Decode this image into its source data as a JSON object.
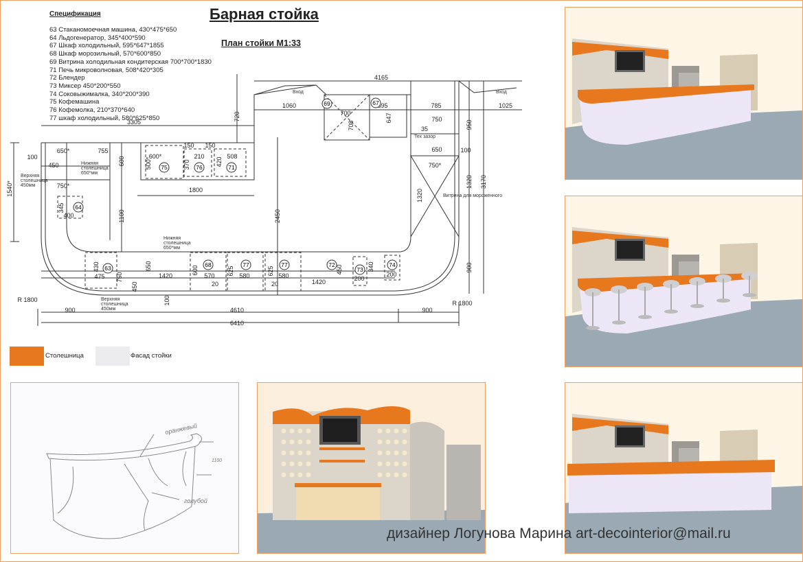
{
  "title": "Барная стойка",
  "subtitle": "План стойки М1:33",
  "specification": {
    "heading": "Спецификация",
    "items": [
      "63 Стаканомоечная машина, 430*475*650",
      "64 Льдогенератор, 345*400*590",
      "67 Шкаф холодильный, 595*647*1855",
      "68 Шкаф морозильный, 570*600*850",
      "69 Витрина холодильная кондитерская 700*700*1830",
      "71 Печь микроволновая, 508*420*305",
      "72 Блендер",
      "73 Миксер 450*200*550",
      "74 Соковыжималка, 340*200*390",
      "75 Кофемашина",
      "76 Кофемолка, 210*370*640",
      "77 шкаф холодильный, 580*625*850"
    ]
  },
  "plan": {
    "dims": [
      "3305",
      "720",
      "4165",
      "1060",
      "700",
      "708",
      "595",
      "647",
      "785",
      "750",
      "35",
      "1025",
      "950",
      "650*",
      "755",
      "100",
      "450",
      "750*",
      "600",
      "600*",
      "150",
      "150",
      "210",
      "508",
      "500*",
      "370",
      "420",
      "650",
      "100",
      "750*",
      "1320",
      "1320",
      "3170",
      "1800",
      "1540*",
      "1100",
      "2450",
      "345",
      "400",
      "430",
      "475",
      "750",
      "650",
      "1420",
      "600",
      "570",
      "625",
      "580",
      "625",
      "580",
      "20",
      "20",
      "1420",
      "450",
      "340",
      "200",
      "200",
      "450",
      "100",
      "900",
      "4610",
      "900",
      "6410",
      "900",
      "R 1800",
      "R 1800"
    ],
    "equipment_tags": [
      "69",
      "67",
      "75",
      "76",
      "71",
      "64",
      "63",
      "68",
      "77",
      "77",
      "72",
      "73",
      "74"
    ],
    "notes": [
      "Вход",
      "Вход",
      "Тех зазор",
      "Нижняя",
      "столешница",
      "650*мм",
      "Верхняя",
      "столешница",
      "450мм",
      "Нижняя",
      "столешница",
      "650*мм",
      "Верхняя",
      "столешница",
      "450мм",
      "Витрина для мороженного"
    ]
  },
  "legend": [
    {
      "label": "Столешница",
      "color": "#e8781e"
    },
    {
      "label": "Фасад стойки",
      "color": "#ebebf0"
    }
  ],
  "sketch_notes": [
    "оранжевый",
    "1100",
    "голубой"
  ],
  "designer": "дизайнер Логунова Марина art-decointerior@mail.ru",
  "colors": {
    "accent": "#e8781e",
    "frame": "#f0a060",
    "facade": "#ece6f6",
    "floor": "#9aa9b4",
    "wall": "#fdf5e6"
  }
}
